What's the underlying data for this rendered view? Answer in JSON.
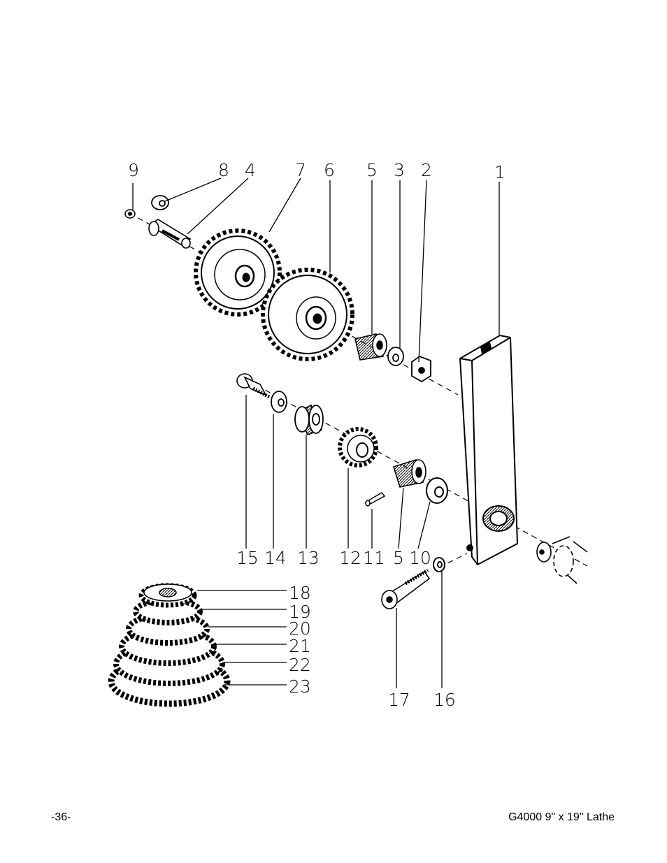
{
  "footer": {
    "page_number": "-36-",
    "title": "G4000 9\" x 19\" Lathe"
  },
  "callouts": [
    "9",
    "8",
    "4",
    "7",
    "6",
    "5",
    "3",
    "2",
    "1",
    "15",
    "14",
    "13",
    "12",
    "11",
    "5",
    "10",
    "17",
    "16",
    "18",
    "19",
    "20",
    "21",
    "22",
    "23"
  ]
}
